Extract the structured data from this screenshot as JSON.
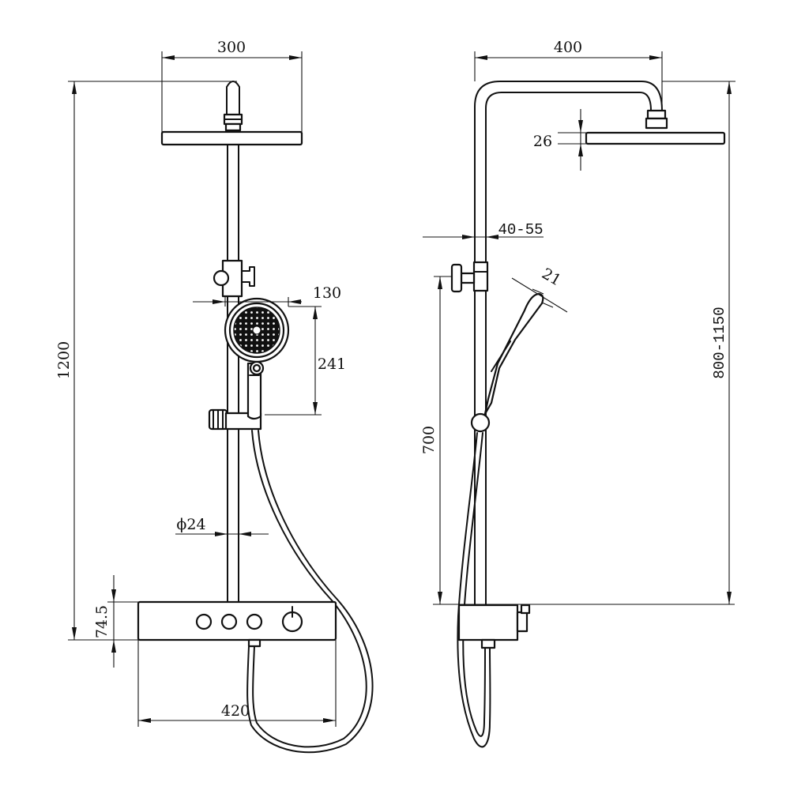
{
  "front_view": {
    "dims": {
      "head_width": "300",
      "total_height": "1200",
      "handshower_width": "130",
      "handshower_height": "241",
      "pipe_diameter": "ϕ24",
      "thermostat_height": "74.5",
      "thermostat_width": "420"
    }
  },
  "side_view": {
    "dims": {
      "arm_projection": "400",
      "head_thickness": "26",
      "wall_distance": "40-55",
      "handshower_diameter": "21",
      "slide_height": "700",
      "adjustable_height": "800-1150"
    }
  },
  "colors": {
    "line": "#111111",
    "background": "#ffffff"
  }
}
